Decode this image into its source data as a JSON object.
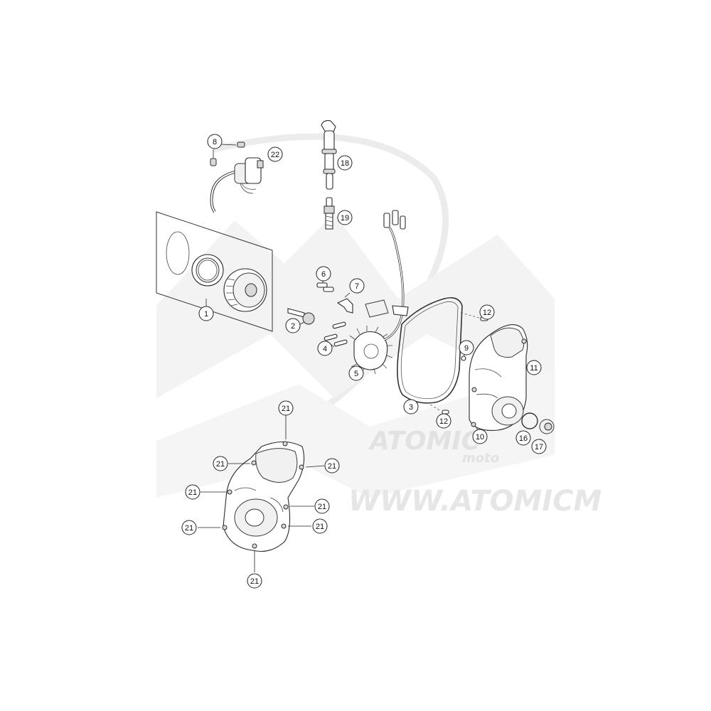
{
  "watermark": {
    "brand": "ATOMIC",
    "sub": "moto",
    "url": "WWW.ATOMICM",
    "color": "#e6e6e6"
  },
  "callouts": {
    "c1": "1",
    "c2": "2",
    "c3": "3",
    "c4": "4",
    "c5": "5",
    "c6": "6",
    "c7": "7",
    "c8": "8",
    "c9": "9",
    "c10": "10",
    "c11": "11",
    "c12a": "12",
    "c12b": "12",
    "c16": "16",
    "c17": "17",
    "c18": "18",
    "c19": "19",
    "c22": "22",
    "c21a": "21",
    "c21b": "21",
    "c21c": "21",
    "c21d": "21",
    "c21e": "21",
    "c21f": "21",
    "c21g": "21",
    "c21h": "21"
  }
}
